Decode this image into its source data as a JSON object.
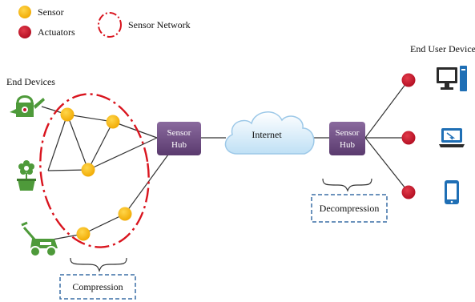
{
  "legend": {
    "sensor_label": "Sensor",
    "actuators_label": "Actuators",
    "sensor_network_label": "Sensor Network"
  },
  "labels": {
    "end_devices": "End Devices",
    "end_user_devices": "End User Devices",
    "internet": "Internet",
    "compression": "Compression",
    "decompression": "Decompression"
  },
  "hubs": {
    "left": {
      "line1": "Sensor",
      "line2": "Hub"
    },
    "right": {
      "line1": "Sensor",
      "line2": "Hub"
    }
  },
  "icons": {
    "end_devices": [
      "watering-can-icon",
      "potted-flower-icon",
      "lawn-mower-icon"
    ],
    "end_user_devices": [
      "desktop-computer-icon",
      "laptop-icon",
      "smartphone-icon"
    ],
    "cloud": "cloud-icon"
  },
  "colors": {
    "sensor": "#f5b400",
    "actuator": "#c8102e",
    "network_ring": "#d9141e",
    "hub": "#6b4a7e",
    "device_blue": "#1f6fb5",
    "device_green": "#4e9a3a",
    "compression_box": "#3a6ea5"
  }
}
